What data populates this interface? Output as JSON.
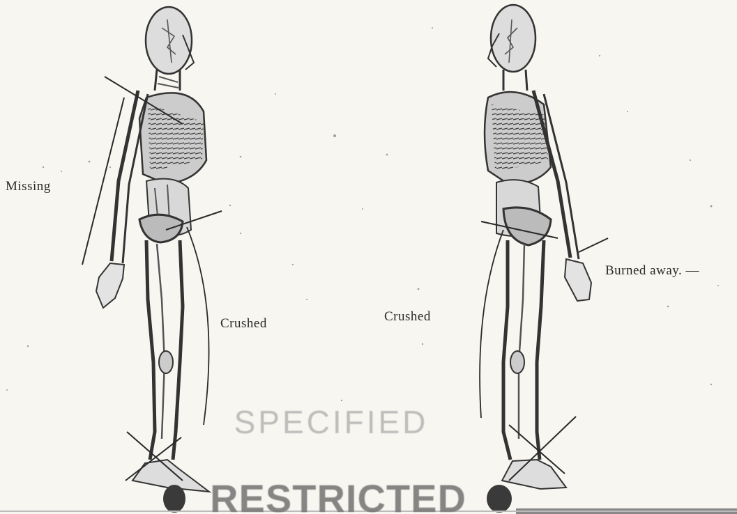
{
  "labels": {
    "missing": "Missing",
    "crushed_left": "Crushed",
    "crushed_right": "Crushed",
    "burned": "Burned away. —"
  },
  "stamps": {
    "upper": "SPECIFIED",
    "lower": "RESTRICTED"
  },
  "colors": {
    "paper": "#f7f6f1",
    "ink": "#2a2a2a"
  }
}
